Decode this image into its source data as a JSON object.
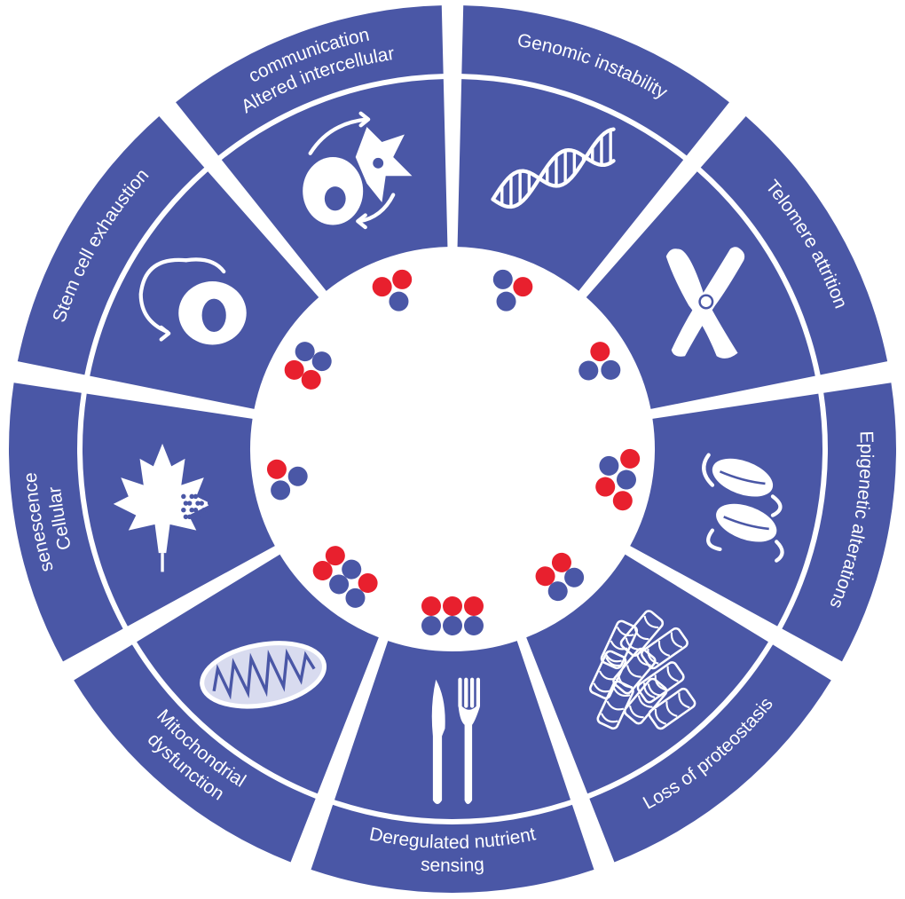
{
  "colors": {
    "segment": "#4a57a6",
    "gap": "#ffffff",
    "dot_red": "#e8202e",
    "dot_blue": "#4a57a6",
    "icon": "#ffffff"
  },
  "hallmarks": [
    {
      "id": "genomic-instability",
      "lines": [
        "Genomic instability"
      ],
      "icon": "dna-icon",
      "dots": [
        "blue",
        "red",
        "blue"
      ]
    },
    {
      "id": "telomere-attrition",
      "lines": [
        "Telomere attrition"
      ],
      "icon": "chromosome-icon",
      "dots": [
        "red",
        "blue",
        "blue"
      ]
    },
    {
      "id": "epigenetic-alterations",
      "lines": [
        "Epigenetic alterations"
      ],
      "icon": "nucleosome-icon",
      "dots": [
        "red",
        "blue",
        "red",
        "blue",
        "red"
      ]
    },
    {
      "id": "loss-of-proteostasis",
      "lines": [
        "Loss of proteostasis"
      ],
      "icon": "protein-aggregate-icon",
      "dots": [
        "blue",
        "blue",
        "red",
        "red"
      ]
    },
    {
      "id": "deregulated-nutrient-sensing",
      "lines": [
        "Deregulated nutrient",
        "sensing"
      ],
      "icon": "knife-fork-icon",
      "dots": [
        "blue",
        "blue",
        "blue",
        "red",
        "red",
        "red"
      ]
    },
    {
      "id": "mitochondrial-dysfunction",
      "lines": [
        "Mitochondrial",
        "dysfunction"
      ],
      "icon": "mitochondrion-icon",
      "dots": [
        "blue",
        "blue",
        "red",
        "red",
        "blue",
        "red"
      ]
    },
    {
      "id": "cellular-senescence",
      "lines": [
        "Cellular",
        "senescence"
      ],
      "icon": "maple-leaf-icon",
      "dots": [
        "blue",
        "red",
        "blue"
      ]
    },
    {
      "id": "stem-cell-exhaustion",
      "lines": [
        "Stem cell exhaustion"
      ],
      "icon": "stem-cell-icon",
      "dots": [
        "red",
        "blue",
        "red",
        "blue"
      ]
    },
    {
      "id": "altered-intercellular-communication",
      "lines": [
        "Altered intercellular",
        "communication"
      ],
      "icon": "cell-communication-icon",
      "dots": [
        "red",
        "red",
        "blue"
      ]
    }
  ]
}
